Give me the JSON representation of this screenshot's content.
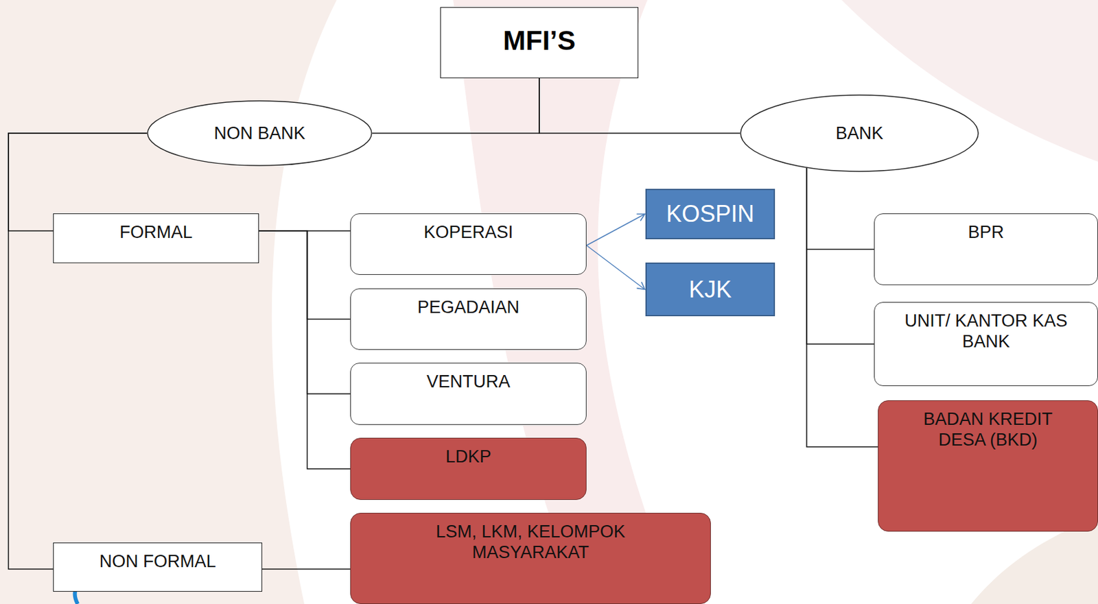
{
  "diagram": {
    "nodes": [
      {
        "text": [
          "MFI’S"
        ]
      },
      {
        "text": [
          "NON BANK"
        ]
      },
      {
        "text": [
          "BANK"
        ]
      },
      {
        "text": [
          "FORMAL"
        ]
      },
      {
        "text": [
          "KOPERASI"
        ]
      },
      {
        "text": [
          "KOSPIN"
        ]
      },
      {
        "text": [
          "KJK"
        ]
      },
      {
        "text": [
          "PEGADAIAN"
        ]
      },
      {
        "text": [
          "VENTURA"
        ]
      },
      {
        "text": [
          "LDKP"
        ]
      },
      {
        "text": [
          "NON FORMAL"
        ]
      },
      {
        "text": [
          "LSM, LKM, KELOMPOK MASYARAKAT"
        ]
      },
      {
        "text": [
          "BPR"
        ]
      },
      {
        "text": [
          "UNIT/ KANTOR KAS BANK"
        ]
      },
      {
        "text": [
          "BADAN KREDIT DESA (BKD)"
        ]
      }
    ],
    "edges": [
      {
        "from": 0,
        "to": 1,
        "arrow": "none"
      },
      {
        "from": 0,
        "to": 2,
        "arrow": "none"
      },
      {
        "from": 1,
        "to": 3,
        "arrow": "none"
      },
      {
        "from": 1,
        "to": 10,
        "arrow": "none"
      },
      {
        "from": 3,
        "to": 4,
        "arrow": "none"
      },
      {
        "from": 3,
        "to": 7,
        "arrow": "none"
      },
      {
        "from": 3,
        "to": 8,
        "arrow": "none"
      },
      {
        "from": 3,
        "to": 9,
        "arrow": "none"
      },
      {
        "from": 4,
        "to": 5,
        "arrow": "to"
      },
      {
        "from": 4,
        "to": 6,
        "arrow": "to"
      },
      {
        "from": 10,
        "to": 11,
        "arrow": "none"
      },
      {
        "from": 2,
        "to": 12,
        "arrow": "none"
      },
      {
        "from": 2,
        "to": 13,
        "arrow": "none"
      },
      {
        "from": 2,
        "to": 14,
        "arrow": "none"
      }
    ]
  }
}
